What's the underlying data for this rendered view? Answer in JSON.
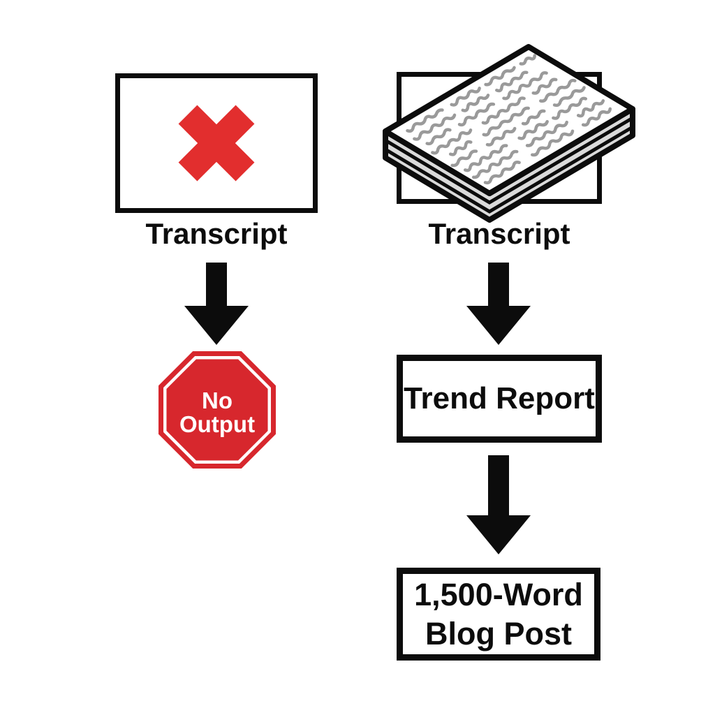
{
  "diagram": {
    "title_hint": "transcript-processing-comparison-flow",
    "left_flow": {
      "input_icon": "red-x-icon",
      "input_label": "Transcript",
      "arrow_icon": "down-arrow-icon",
      "output_shape": "stop-sign-octagon",
      "output_line1": "No",
      "output_line2": "Output"
    },
    "right_flow": {
      "input_icon": "paper-stack-icon",
      "input_label": "Transcript",
      "arrow_icon": "down-arrow-icon",
      "step_label": "Trend Report",
      "output_line1": "1,500-Word",
      "output_line2": "Blog Post"
    },
    "colors": {
      "x_red": "#e22e2e",
      "stop_red": "#d7272d",
      "line_black": "#0c0c0c",
      "paper_gray": "#dadada",
      "squiggle_gray": "#9a9a9a",
      "background": "#ffffff"
    }
  }
}
